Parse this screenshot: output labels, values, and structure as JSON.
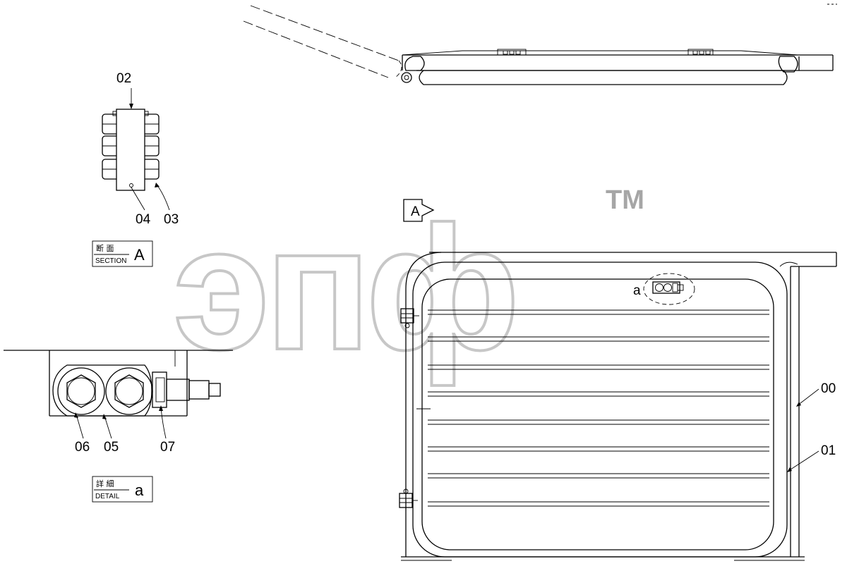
{
  "watermark": {
    "text": "эпф",
    "trademark": "TM"
  },
  "section_box": {
    "jp": "断 面",
    "en": "SECTION",
    "letter": "A"
  },
  "detail_box": {
    "jp": "詳 細",
    "en": "DETAIL",
    "letter": "a"
  },
  "view_marker": "A",
  "detail_marker": "a",
  "callouts": {
    "p00": "00",
    "p01": "01",
    "p02": "02",
    "p03": "03",
    "p04": "04",
    "p05": "05",
    "p06": "06",
    "p07": "07"
  }
}
